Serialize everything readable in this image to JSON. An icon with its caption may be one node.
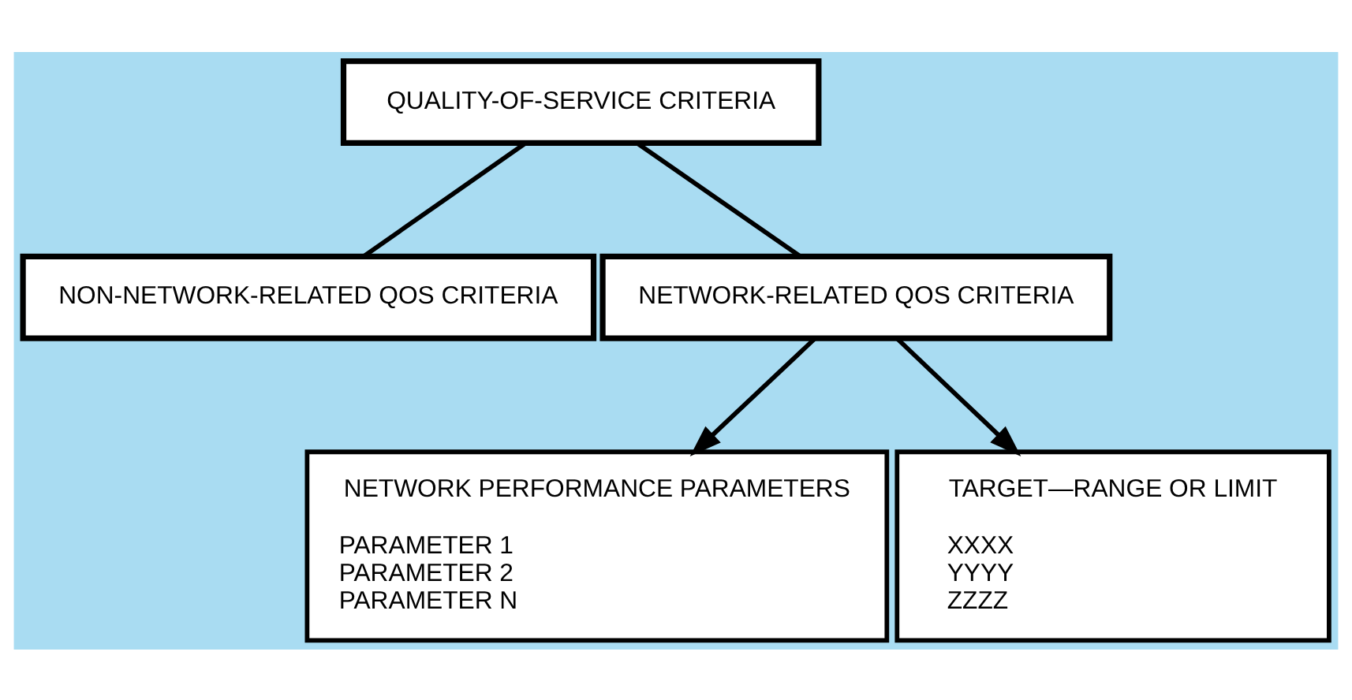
{
  "diagram": {
    "nodes": [
      {
        "text": [
          "QUALITY-OF-SERVICE CRITERIA"
        ]
      },
      {
        "text": [
          "NON-NETWORK-RELATED QOS CRITERIA"
        ]
      },
      {
        "text": [
          "NETWORK-RELATED QOS CRITERIA"
        ]
      },
      {
        "text": [
          "NETWORK PERFORMANCE PARAMETERS",
          "PARAMETER 1",
          "PARAMETER 2",
          "PARAMETER N"
        ]
      },
      {
        "text": [
          "TARGET—RANGE OR LIMIT",
          "XXXX",
          "YYYY",
          "ZZZZ"
        ]
      }
    ],
    "edges": [
      {
        "from": 0,
        "to": 1,
        "arrow": "none"
      },
      {
        "from": 0,
        "to": 2,
        "arrow": "none"
      },
      {
        "from": 2,
        "to": 3,
        "arrow": "to"
      },
      {
        "from": 2,
        "to": 4,
        "arrow": "to"
      }
    ]
  }
}
